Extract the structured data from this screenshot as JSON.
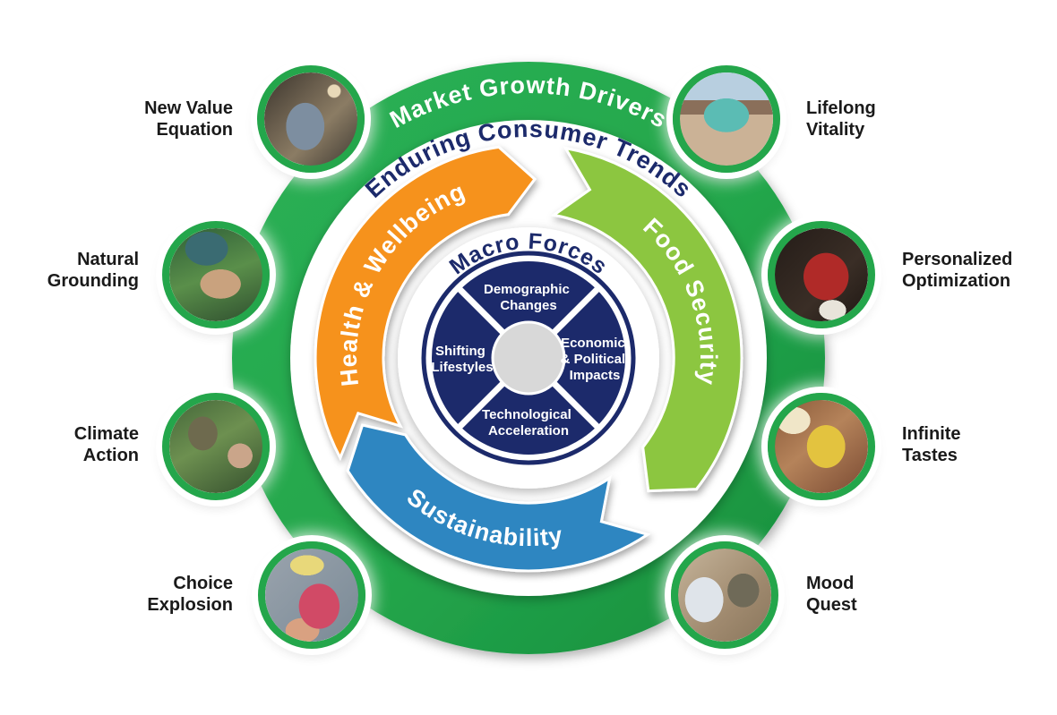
{
  "wheel": {
    "outer_ring_label": "Market Growth Drivers",
    "inner_ring_label": "Enduring Consumer Trends",
    "center_title": "Macro Forces",
    "colors": {
      "ring_green": "#24a64b",
      "ring_green_dark": "#148c3c",
      "trend_orange": "#f6921e",
      "trend_light_green": "#8cc63f",
      "trend_blue": "#2e86c1",
      "navy": "#1c2a6b",
      "center_gray": "#d8d8d8",
      "label_text": "#1a1a1a"
    },
    "trend_arrows": [
      {
        "id": "health-wellbeing",
        "label": "Health & Wellbeing",
        "color": "#f6921e"
      },
      {
        "id": "food-security",
        "label": "Food Security",
        "color": "#8cc63f"
      },
      {
        "id": "sustainability",
        "label": "Sustainability",
        "color": "#2e86c1"
      }
    ],
    "macro_forces": [
      {
        "id": "demographic-changes",
        "lines": [
          "Demographic",
          "Changes"
        ]
      },
      {
        "id": "economic-political-impacts",
        "lines": [
          "Economic",
          "& Political",
          "Impacts"
        ]
      },
      {
        "id": "technological-acceleration",
        "lines": [
          "Technological",
          "Acceleration"
        ]
      },
      {
        "id": "shifting-lifestyles",
        "lines": [
          "Shifting",
          "Lifestyles"
        ]
      }
    ]
  },
  "bubbles": [
    {
      "id": "new-value-equation",
      "lines": [
        "New Value",
        "Equation"
      ],
      "photo": "man-browsing-store-with-phone"
    },
    {
      "id": "lifelong-vitality",
      "lines": [
        "Lifelong",
        "Vitality"
      ],
      "photo": "woman-exercising-outdoors"
    },
    {
      "id": "natural-grounding",
      "lines": [
        "Natural",
        "Grounding"
      ],
      "photo": "hands-holding-fresh-herbs"
    },
    {
      "id": "personalized-optimization",
      "lines": [
        "Personalized",
        "Optimization"
      ],
      "photo": "woman-in-red-preparing-supplements"
    },
    {
      "id": "climate-action",
      "lines": [
        "Climate",
        "Action"
      ],
      "photo": "people-gardening-with-watering-can"
    },
    {
      "id": "infinite-tastes",
      "lines": [
        "Infinite",
        "Tastes"
      ],
      "photo": "woman-filming-cooking-video"
    },
    {
      "id": "choice-explosion",
      "lines": [
        "Choice",
        "Explosion"
      ],
      "photo": "hands-toasting-colorful-drinks"
    },
    {
      "id": "mood-quest",
      "lines": [
        "Mood",
        "Quest"
      ],
      "photo": "friends-sharing-snacks-on-rooftop"
    }
  ]
}
